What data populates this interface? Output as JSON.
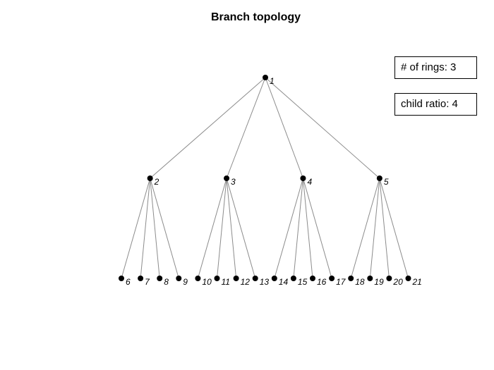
{
  "title": "Branch topology",
  "info_boxes": {
    "rings": "# of rings: 3",
    "child_ratio": "child ratio: 4"
  },
  "tree": {
    "root": "1",
    "children": {
      "1": [
        "2",
        "3",
        "4",
        "5"
      ],
      "2": [
        "6",
        "7",
        "8",
        "9"
      ],
      "3": [
        "10",
        "11",
        "12",
        "13"
      ],
      "4": [
        "14",
        "15",
        "16",
        "17"
      ],
      "5": [
        "18",
        "19",
        "20",
        "21"
      ]
    }
  },
  "colors": {
    "edge": "#8c8c8c",
    "node": "#000000"
  }
}
